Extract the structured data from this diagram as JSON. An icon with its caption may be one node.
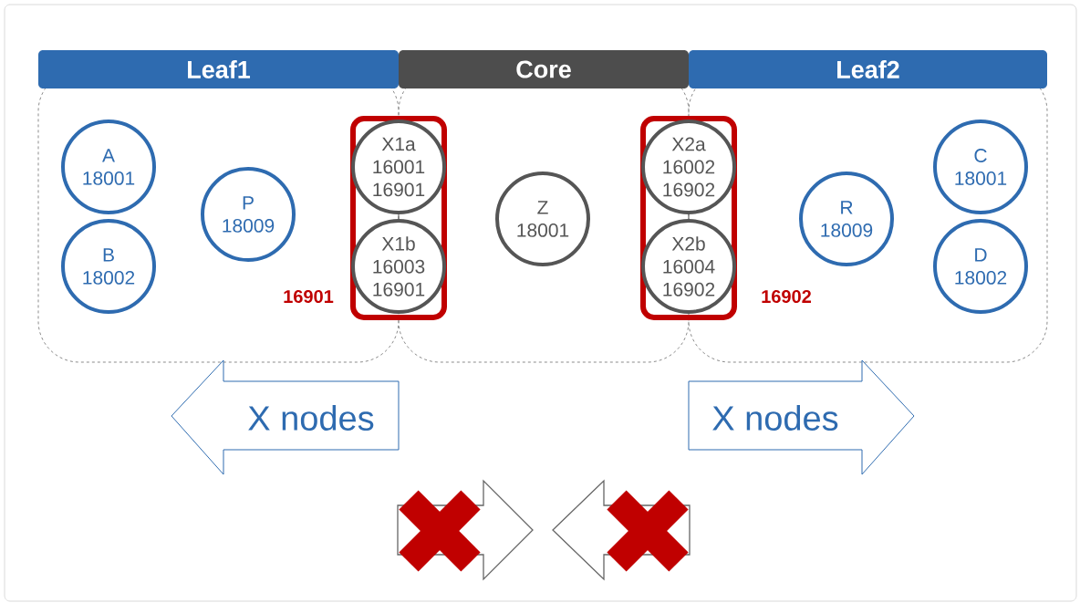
{
  "diagram": {
    "nodes": [
      {
        "text": [
          "Leaf1"
        ]
      },
      {
        "text": [
          "Core"
        ]
      },
      {
        "text": [
          "Leaf2"
        ]
      },
      {
        "text": [
          "A",
          "18001"
        ],
        "in": 0
      },
      {
        "text": [
          "B",
          "18002"
        ],
        "in": 0
      },
      {
        "text": [
          "P",
          "18009"
        ],
        "in": 0
      },
      {
        "text": [],
        "shape": "box",
        "beside": [
          "16901"
        ]
      },
      {
        "text": [
          "X1a",
          "16001",
          "16901"
        ],
        "in": 6
      },
      {
        "text": [
          "X1b",
          "16003",
          "16901"
        ],
        "in": 6
      },
      {
        "text": [
          "Z",
          "18001"
        ],
        "in": 1
      },
      {
        "text": [],
        "shape": "box",
        "beside": [
          "16902"
        ]
      },
      {
        "text": [
          "X2a",
          "16002",
          "16902"
        ],
        "in": 10
      },
      {
        "text": [
          "X2b",
          "16004",
          "16902"
        ],
        "in": 10
      },
      {
        "text": [
          "R",
          "18009"
        ],
        "in": 2
      },
      {
        "text": [
          "C",
          "18001"
        ],
        "in": 2
      },
      {
        "text": [
          "D",
          "18002"
        ],
        "in": 2
      },
      {
        "text": [
          "X nodes"
        ]
      },
      {
        "text": [
          "X nodes"
        ]
      }
    ],
    "edges": [
      {
        "from": 7,
        "to": 8,
        "arrow": "none"
      },
      {
        "from": 11,
        "to": 12,
        "arrow": "none"
      }
    ]
  }
}
